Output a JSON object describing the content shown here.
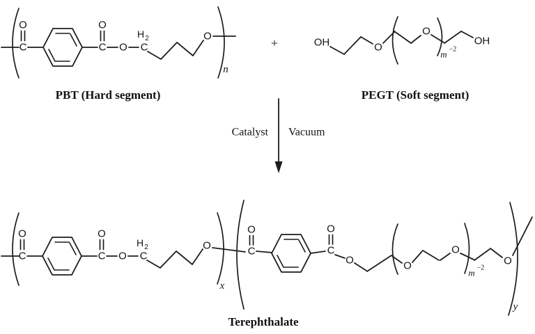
{
  "colors": {
    "background": "#ffffff",
    "ink": "#1c1c1c"
  },
  "reactants": {
    "pbt": {
      "caption": "PBT (Hard segment)",
      "repeat_subscript": "n",
      "atoms": {
        "o_carbonyl_left": "O",
        "c_carbonyl_left": "C",
        "o_carbonyl_right": "O",
        "c_carbonyl_right": "C",
        "o_ester": "O",
        "methylene_h": "H",
        "methylene_h_sub": "2",
        "methylene_c": "C",
        "o_chain": "O"
      }
    },
    "plus_sign": "+",
    "pegt": {
      "caption": "PEGT (Soft segment)",
      "repeat_base": "m",
      "repeat_exponent": "−2",
      "atoms": {
        "oh_left": "OH",
        "o_inner_left": "O",
        "o_inner_right": "O",
        "oh_right": "OH"
      }
    }
  },
  "conditions": {
    "left_label": "Catalyst",
    "right_label": "Vacuum"
  },
  "product": {
    "caption": "Terephthalate",
    "hard_block": {
      "repeat_subscript": "x",
      "atoms": {
        "o_carbonyl_left": "O",
        "c_carbonyl_left": "C",
        "o_carbonyl_right": "O",
        "c_carbonyl_right": "C",
        "o_ester": "O",
        "methylene_h": "H",
        "methylene_h_sub": "2",
        "methylene_c": "C",
        "o_chain": "O"
      }
    },
    "soft_block": {
      "repeat_subscript": "y",
      "peg_repeat_base": "m",
      "peg_repeat_exponent": "−2",
      "atoms": {
        "o_carbonyl_left": "O",
        "c_carbonyl_left": "C",
        "o_carbonyl_right": "O",
        "c_carbonyl_right": "C",
        "o_ester": "O",
        "o_peg_1": "O",
        "o_peg_2": "O",
        "o_peg_3": "O"
      }
    }
  }
}
